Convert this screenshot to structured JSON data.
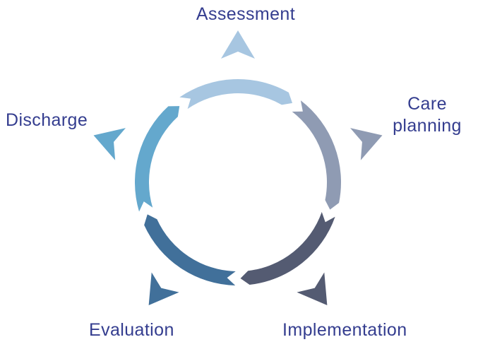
{
  "diagram": {
    "stages": [
      {
        "id": "assessment",
        "label": "Assessment",
        "color": "#a7c6e1"
      },
      {
        "id": "care-planning",
        "label_lines": [
          "Care",
          "planning"
        ],
        "color": "#8f9bb3"
      },
      {
        "id": "implementation",
        "label": "Implementation",
        "color": "#545b72"
      },
      {
        "id": "evaluation",
        "label": "Evaluation",
        "color": "#41709a"
      },
      {
        "id": "discharge",
        "label": "Discharge",
        "color": "#64a8cd"
      }
    ],
    "label_color": "#343d8f"
  }
}
